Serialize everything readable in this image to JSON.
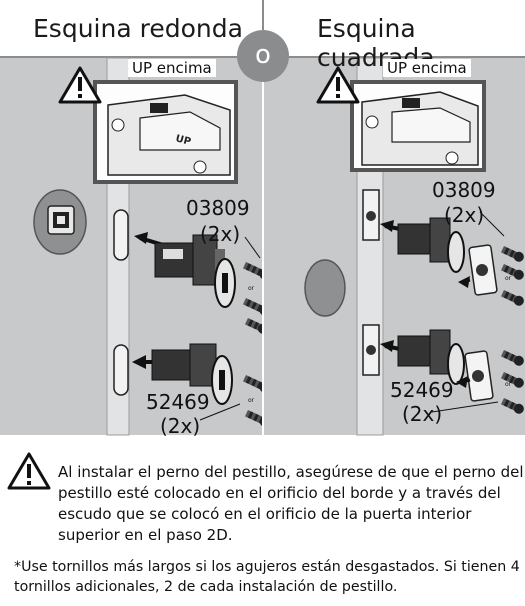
{
  "titles": {
    "left": "Esquina redonda",
    "right": "Esquina cuadrada",
    "or_badge": "o"
  },
  "callouts": {
    "left_up": "UP encima",
    "right_up": "UP encima",
    "inset_engraving": "UP"
  },
  "parts": {
    "left_top_number": "03809",
    "left_top_qty": "(2x)",
    "left_bottom_number": "52469",
    "left_bottom_qty": "(2x)",
    "right_top_number": "03809",
    "right_top_qty": "(2x)",
    "right_bottom_number": "52469",
    "right_bottom_qty": "(2x)",
    "or_marker": "or"
  },
  "warning": {
    "icon": "warning-triangle-icon",
    "text": "Al instalar el perno del pestillo, asegúrese de que el perno del pestillo esté colocado en el orificio del borde y a través del escudo que se colocó en el orificio de la puerta interior superior en el paso 2D."
  },
  "note": {
    "text": "*Use tornillos más largos si los agujeros están desgastados. Si tienen 4 tornillos adicionales, 2 de cada instalación de pestillo."
  },
  "colors": {
    "panel_gray": "#c8c9ca",
    "door_edge": "#e4e5e6",
    "dark": "#222222",
    "badge": "#8a8c8e"
  }
}
